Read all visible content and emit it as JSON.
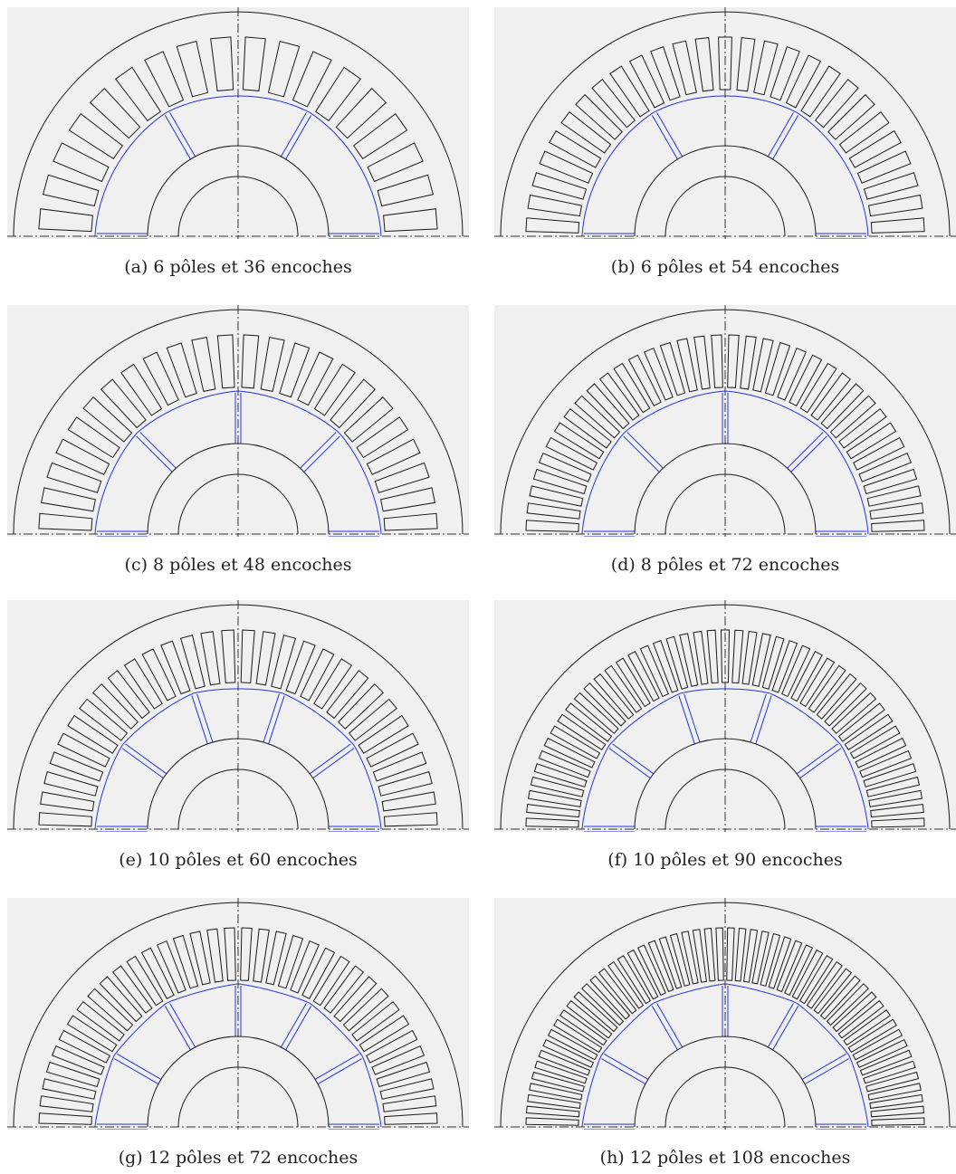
{
  "figures": [
    {
      "caption": "(a) 6 pôles et 36 encoches",
      "poles": 6,
      "slots": 36
    },
    {
      "caption": "(b) 6 pôles et 54 encoches",
      "poles": 6,
      "slots": 54
    },
    {
      "caption": "(c) 8 pôles et 48 encoches",
      "poles": 8,
      "slots": 48
    },
    {
      "caption": "(d) 8 pôles et 72 encoches",
      "poles": 8,
      "slots": 72
    },
    {
      "caption": "(e) 10 pôles et 60 encoches",
      "poles": 10,
      "slots": 60
    },
    {
      "caption": "(f) 10 pôles et 90 encoches",
      "poles": 10,
      "slots": 90
    },
    {
      "caption": "(g) 12 pôles et 72 encoches",
      "poles": 12,
      "slots": 72
    },
    {
      "caption": "(h) 12 pôles et 108 encoches",
      "poles": 12,
      "slots": 108
    }
  ],
  "colors": {
    "background": "#f0f0f0",
    "stator_lines": "#1a1a1a",
    "rotor_lines": "#2233dd",
    "axis_lines": "#333333"
  }
}
